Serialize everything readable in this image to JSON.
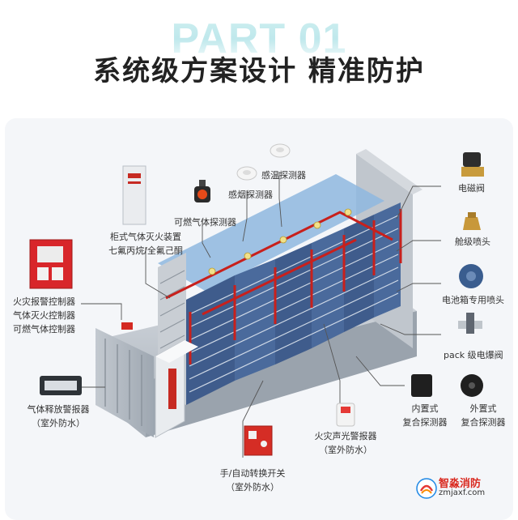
{
  "watermark": "PART 01",
  "headline": "系统级方案设计  精准防护",
  "labels": {
    "temp_detector": "感温探测器",
    "smoke_detector": "感烟探测器",
    "gas_detector": "可燃气体探测器",
    "cabinet_gas_line1": "柜式气体灭火装置",
    "cabinet_gas_line2": "七氟丙烷/全氟己酮",
    "controller_line1": "火灾报警控制器",
    "controller_line2": "气体灭火控制器",
    "controller_line3": "可燃气体控制器",
    "release_alarm_line1": "气体释放警报器",
    "release_alarm_line2": "（室外防水）",
    "manual_switch_line1": "手/自动转换开关",
    "manual_switch_line2": "（室外防水）",
    "sound_light_line1": "火灾声光警报器",
    "sound_light_line2": "（室外防水）",
    "solenoid_valve": "电磁阀",
    "cabin_nozzle": "舱级喷头",
    "battery_nozzle": "电池箱专用喷头",
    "pack_valve": "pack 级电爆阀",
    "internal_det_line1": "内置式",
    "internal_det_line2": "复合探测器",
    "external_det_line1": "外置式",
    "external_det_line2": "复合探测器"
  },
  "brand": {
    "name": "智淼消防",
    "site": "zmjaxf.com"
  },
  "colors": {
    "pipe": "#c8201c",
    "rack": "#3f5c8c",
    "container": "#9aa3ad"
  }
}
